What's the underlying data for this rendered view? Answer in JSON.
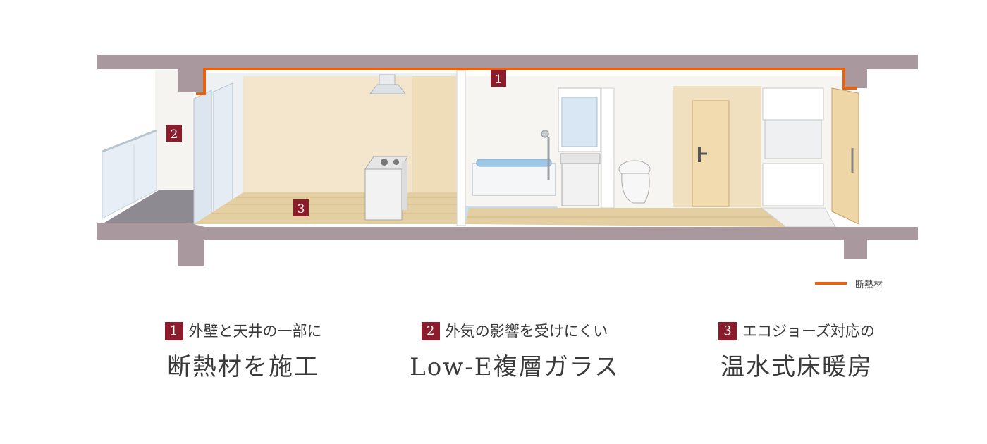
{
  "markers": [
    "1",
    "2",
    "3"
  ],
  "legend": {
    "label": "断熱材",
    "color": "#e8620f"
  },
  "colors": {
    "accent": "#8b1c2b",
    "insulation": "#e8620f",
    "structure": "#a9999f"
  },
  "features": [
    {
      "number": "1",
      "line1": "外壁と天井の一部に",
      "line2": "断熱材を施工"
    },
    {
      "number": "2",
      "line1": "外気の影響を受けにくい",
      "line2": "Low-E複層ガラス"
    },
    {
      "number": "3",
      "line1": "エコジョーズ対応の",
      "line2": "温水式床暖房"
    }
  ]
}
